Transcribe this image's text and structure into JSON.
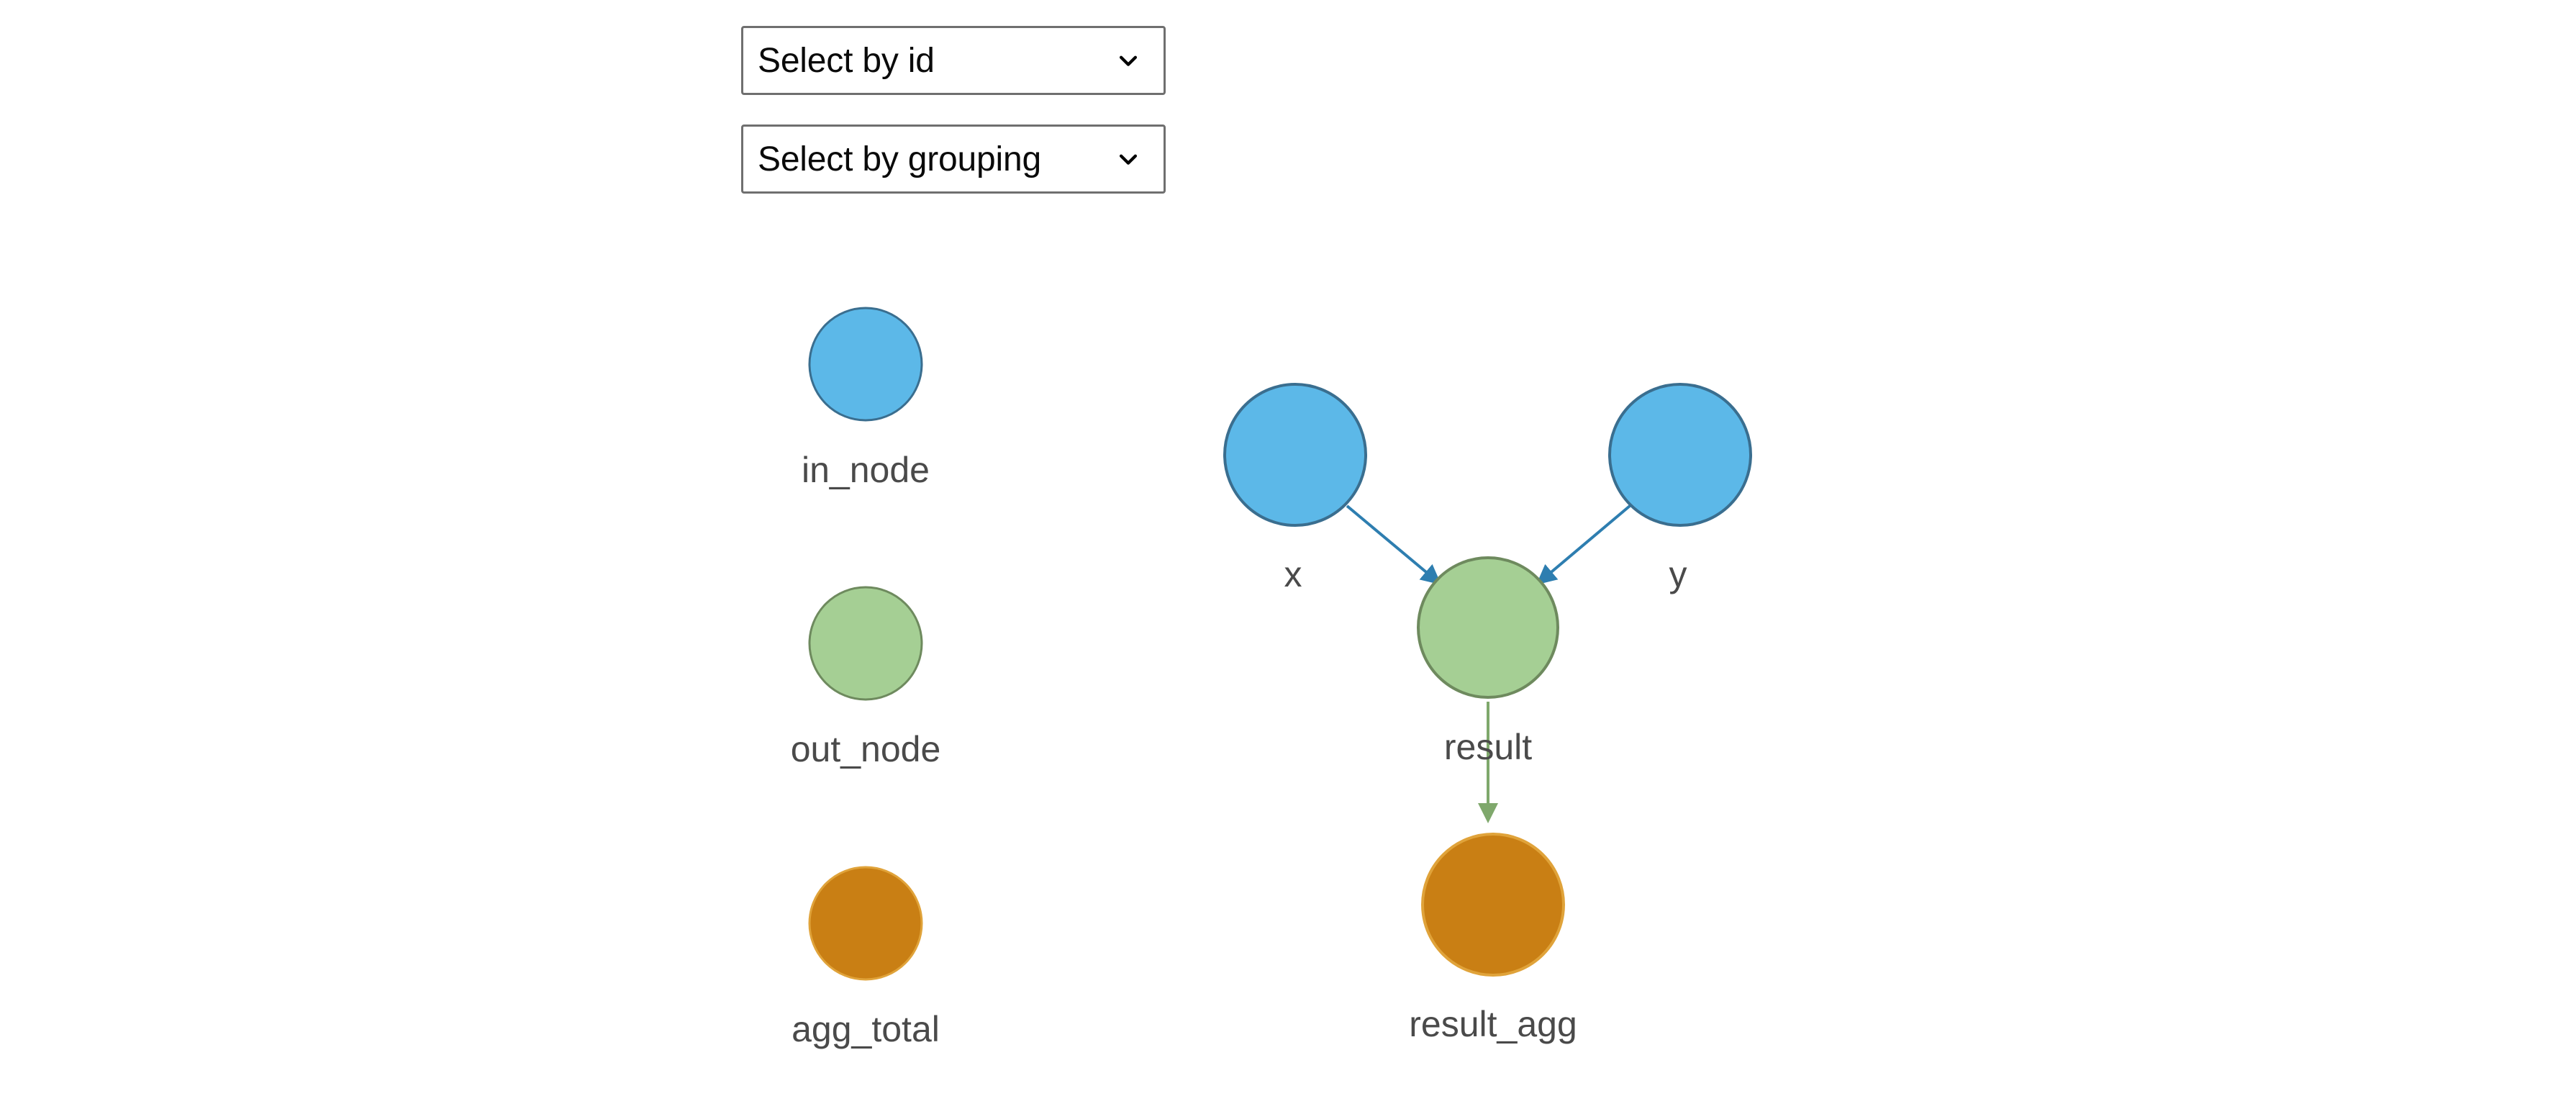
{
  "controls": {
    "selects": [
      {
        "name": "select-by-id",
        "value": "Select by id",
        "chevron_icon": "chevron-down-icon"
      },
      {
        "name": "select-by-grouping",
        "value": "Select by grouping",
        "chevron_icon": "chevron-down-icon"
      }
    ]
  },
  "colors": {
    "in_node_fill": "#5CB8E8",
    "in_node_stroke": "#3A6E8F",
    "out_node_fill": "#A5CF94",
    "out_node_stroke": "#6E8A5E",
    "agg_total_fill": "#C97F14",
    "agg_total_stroke": "#E0A33A",
    "blue_edge": "#2E7EB0",
    "green_edge": "#7FA86C",
    "text": "#4a4a4a",
    "background": "#ffffff"
  },
  "legend": {
    "items": [
      {
        "label": "in_node",
        "color_key": "in_node_fill"
      },
      {
        "label": "out_node",
        "color_key": "out_node_fill"
      },
      {
        "label": "agg_total",
        "color_key": "agg_total_fill"
      }
    ]
  },
  "graph": {
    "nodes": [
      {
        "id": "x",
        "label": "x",
        "type": "in_node",
        "label_position": "below-left"
      },
      {
        "id": "y",
        "label": "y",
        "type": "in_node",
        "label_position": "below-right"
      },
      {
        "id": "result",
        "label": "result",
        "type": "out_node",
        "label_position": "below-left"
      },
      {
        "id": "result_agg",
        "label": "result_agg",
        "type": "agg_total",
        "label_position": "below"
      }
    ],
    "edges": [
      {
        "from": "x",
        "to": "result",
        "color_key": "blue_edge",
        "arrow": true
      },
      {
        "from": "y",
        "to": "result",
        "color_key": "blue_edge",
        "arrow": true
      },
      {
        "from": "result",
        "to": "result_agg",
        "color_key": "green_edge",
        "arrow": true
      }
    ]
  }
}
